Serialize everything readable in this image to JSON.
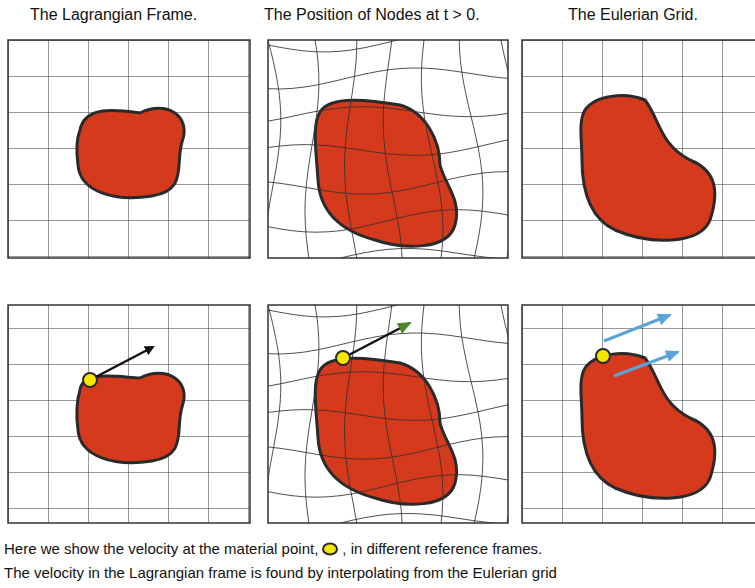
{
  "diagram": {
    "labels": [
      "The Lagrangian Frame.",
      "The Position of Nodes at t > 0.",
      "The Eulerian Grid.",
      "Here we show the velocity at the material point,",
      ", in different reference frames.",
      "The velocity in the Lagrangian frame is found by interpolating from the Eulerian grid"
    ]
  }
}
